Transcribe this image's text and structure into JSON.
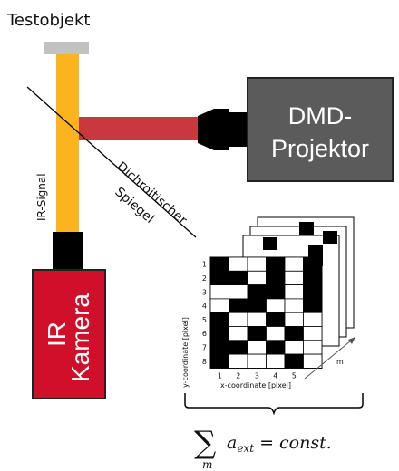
{
  "title": "Testobjekt",
  "projector": {
    "line1": "DMD-",
    "line2": "Projektor"
  },
  "mirror": {
    "line1": "Dichroitischer",
    "line2": "Spiegel"
  },
  "ir_signal": "IR-Signal",
  "camera": {
    "line1": "IR",
    "line2": "Kamera"
  },
  "pattern": {
    "ylabel": "y-coordinate [pixel]",
    "xlabel": "x-coordinate [pixel]",
    "y_ticks": [
      "1",
      "2",
      "3",
      "4",
      "5",
      "6",
      "7",
      "8"
    ],
    "x_ticks": [
      "1",
      "2",
      "3",
      "4",
      "5"
    ],
    "stack_label": "m",
    "grid": [
      [
        1,
        0,
        0,
        1,
        0,
        1
      ],
      [
        1,
        1,
        0,
        1,
        0,
        1
      ],
      [
        0,
        0,
        1,
        1,
        0,
        1
      ],
      [
        0,
        1,
        1,
        0,
        0,
        1
      ],
      [
        1,
        0,
        0,
        1,
        0,
        0
      ],
      [
        1,
        0,
        1,
        0,
        1,
        0
      ],
      [
        1,
        1,
        0,
        1,
        0,
        0
      ],
      [
        1,
        0,
        0,
        0,
        1,
        0
      ]
    ]
  },
  "formula": {
    "symbol": "∑",
    "subscript": "m",
    "body": "a",
    "body_sub": "ext",
    "rest": " = const."
  },
  "colors": {
    "beam_yellow": "#FBB41E",
    "beam_red": "#C8383E",
    "projector_gray": "#5B5B5B",
    "camera_red": "#D0102A",
    "black": "#000000",
    "mirror_gray": "#C2C2C2"
  }
}
